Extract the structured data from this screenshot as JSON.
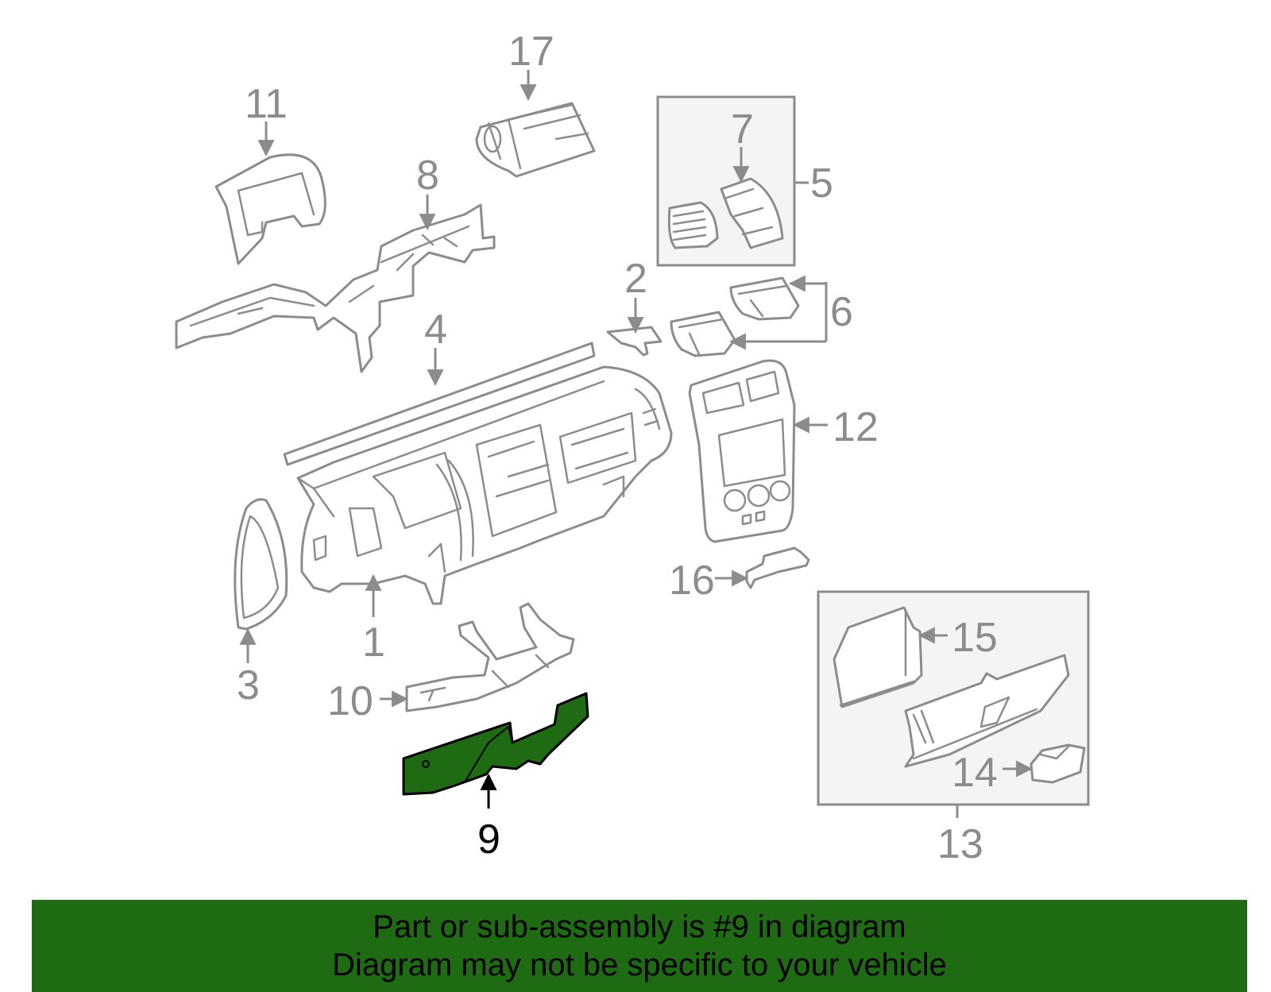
{
  "callouts": {
    "c1": "1",
    "c2": "2",
    "c3": "3",
    "c4": "4",
    "c5": "5",
    "c6": "6",
    "c7": "7",
    "c8": "8",
    "c9": "9",
    "c10": "10",
    "c11": "11",
    "c12": "12",
    "c13": "13",
    "c14": "14",
    "c15": "15",
    "c16": "16",
    "c17": "17"
  },
  "highlighted_part": "9",
  "colors": {
    "highlight": "#1e6b13",
    "line": "#8c8c8c",
    "banner": "#1e6b13"
  },
  "banner": {
    "line1": "Part or sub-assembly is #9 in diagram",
    "line2": "Diagram may not be specific to your vehicle"
  }
}
